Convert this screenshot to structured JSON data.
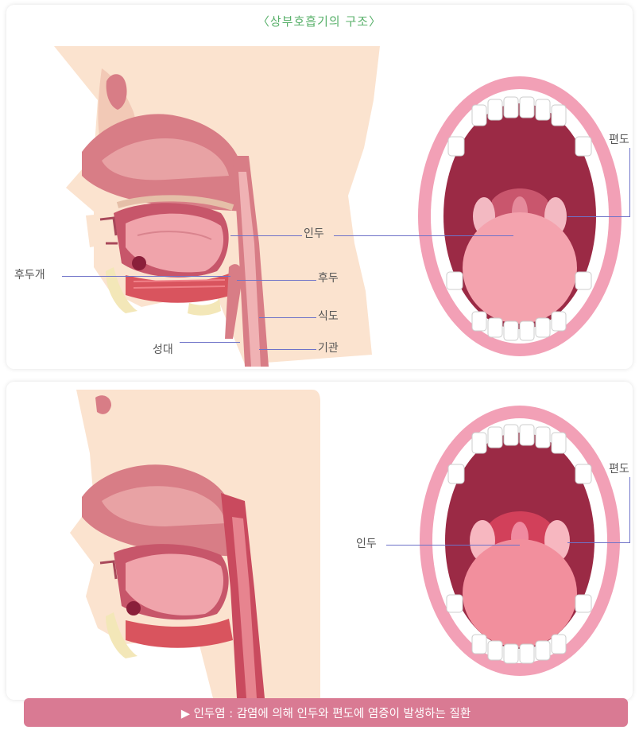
{
  "top": {
    "title": "〈상부호흡기의 구조〉",
    "labels": {
      "pharynx": "인두",
      "epiglottis": "후두개",
      "larynx": "후두",
      "esophagus": "식도",
      "vocal_cords": "성대",
      "trachea": "기관",
      "tonsil": "편도"
    }
  },
  "bottom": {
    "labels": {
      "tonsil": "편도",
      "pharynx": "인두"
    }
  },
  "banner": {
    "text": "▶ 인두염 : 감염에 의해 인두와 편도에 염증이 발생하는 질환"
  }
}
